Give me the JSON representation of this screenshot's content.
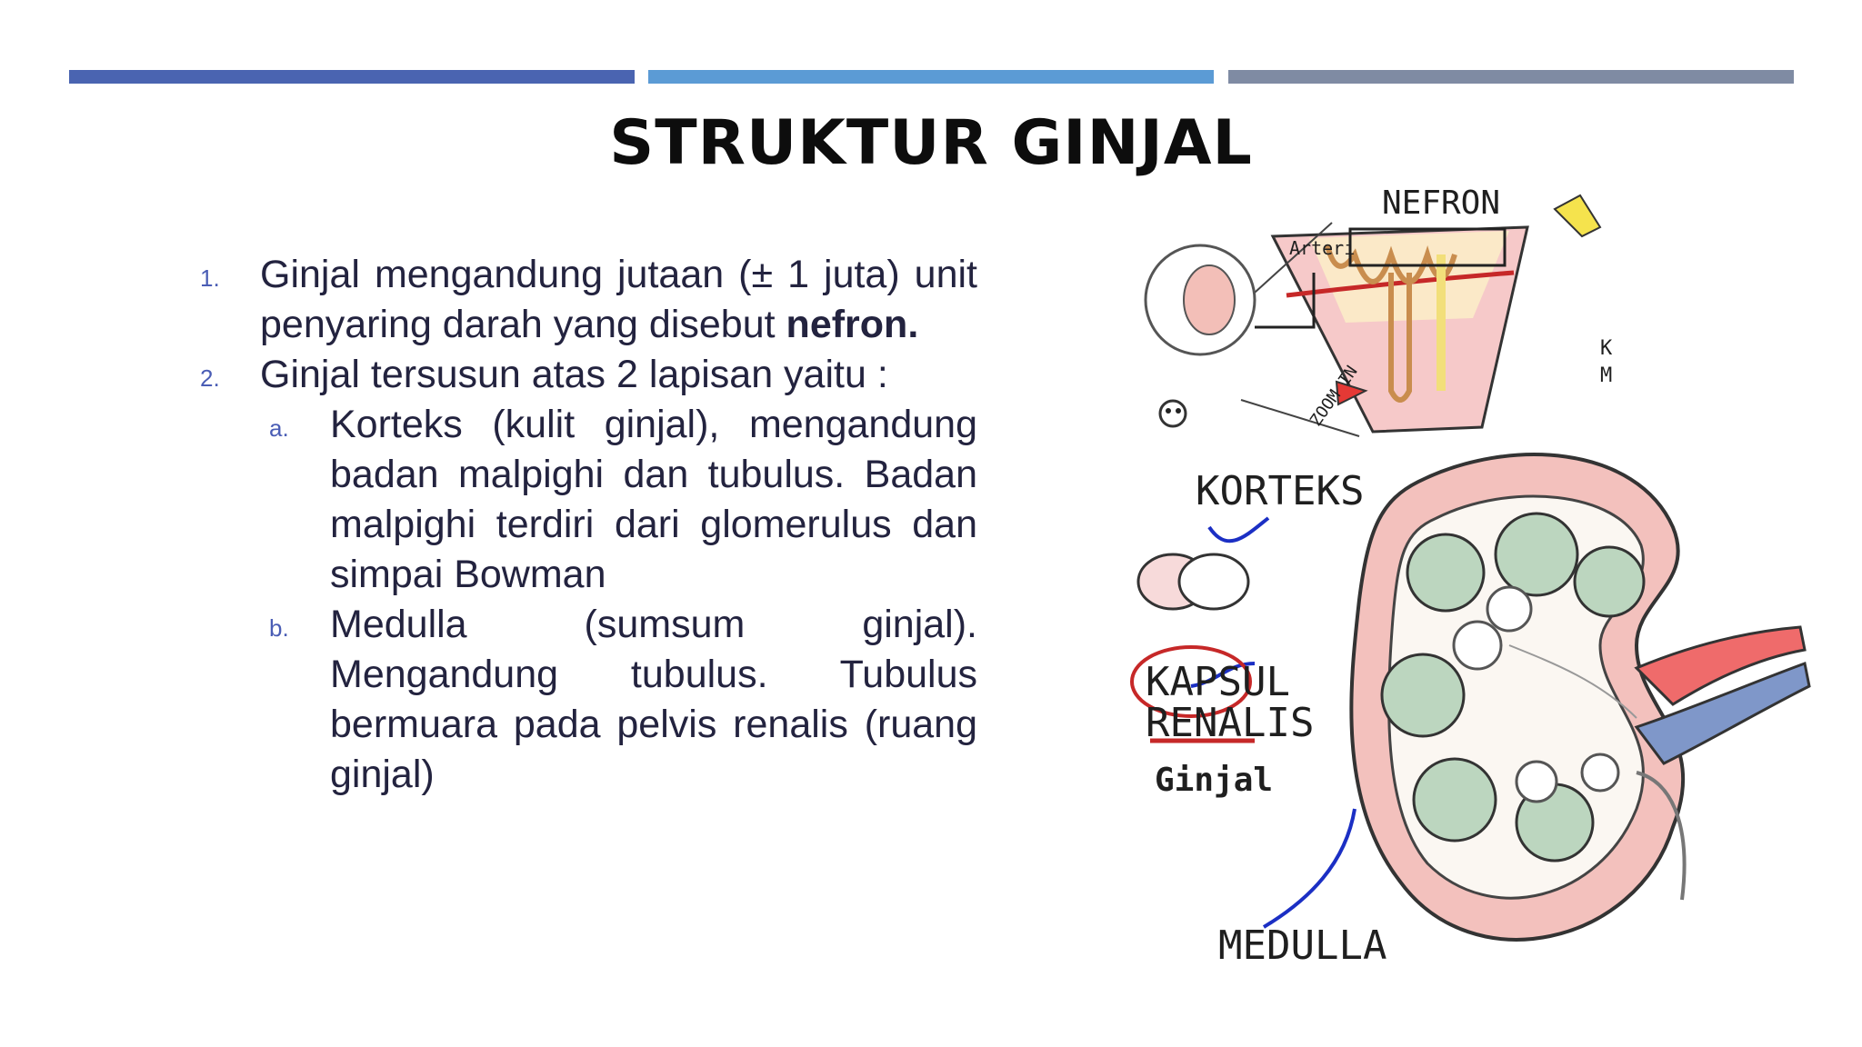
{
  "slide": {
    "title": "STRUKTUR GINJAL",
    "accent_colors": [
      "#4a64b1",
      "#5b9bd5",
      "#7f8ba3"
    ]
  },
  "list": {
    "item1": {
      "number": "1.",
      "text": "Ginjal mengandung jutaan (± 1 juta) unit penyaring darah yang disebut",
      "bold_word": "nefron."
    },
    "item2": {
      "number": "2.",
      "text": "Ginjal tersusun atas 2 lapisan yaitu :",
      "sub_a": {
        "letter": "a.",
        "text": "Korteks (kulit ginjal), mengandung badan malpighi dan tubulus. Badan malpighi terdiri dari glomerulus dan simpai Bowman"
      },
      "sub_b": {
        "letter": "b.",
        "text": "Medulla (sumsum ginjal). Mengandung tubulus. Tubulus bermuara pada pelvis renalis (ruang ginjal)"
      }
    }
  },
  "illustration": {
    "labels": {
      "nefron": "NEFRON",
      "arteri": "Arteri",
      "zoom": "ZOOM IN",
      "k": "K",
      "m": "M",
      "korteks": "KORTEKS",
      "kapsul": "KAPSUL",
      "renalis": "RENALIS",
      "ginjal": "Ginjal",
      "medulla": "MEDULLA"
    }
  }
}
